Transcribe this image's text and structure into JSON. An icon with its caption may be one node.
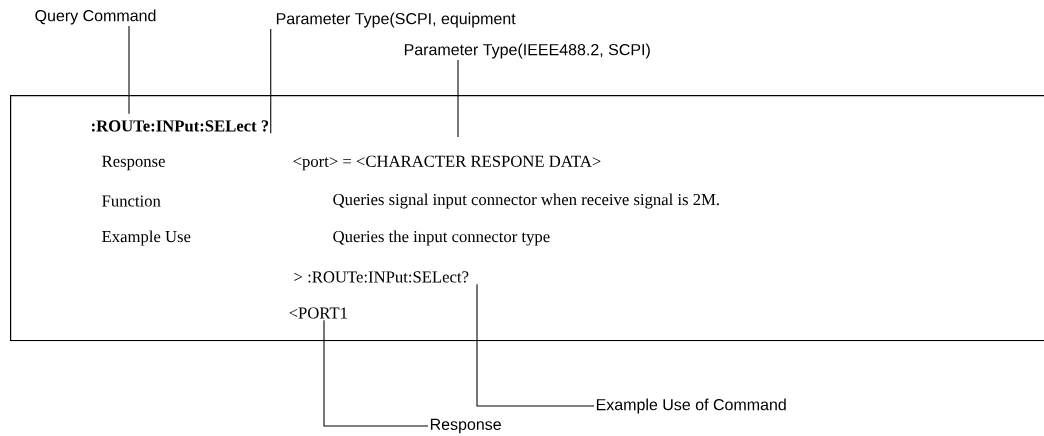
{
  "diagram": {
    "nodes": [
      {
        "text": [],
        "shape": "box"
      },
      {
        "text": [
          ":ROUTe:INPut:SELect ?"
        ],
        "in": 0
      },
      {
        "text": [
          "> :ROUTe:INPut:SELect?"
        ],
        "in": 0
      },
      {
        "text": [
          "<PORT1"
        ],
        "in": 0
      },
      {
        "text": [
          "Query Command"
        ]
      },
      {
        "text": [
          "Parameter Type(SCPI, equipment"
        ]
      },
      {
        "text": [
          "Parameter Type(IEEE488.2, SCPI)"
        ]
      },
      {
        "text": [
          "Example Use of Command"
        ]
      },
      {
        "text": [
          "Response"
        ]
      }
    ],
    "edges": [
      {
        "from": 4,
        "to": 1,
        "arrow": "none"
      },
      {
        "from": 5,
        "to": 1,
        "arrow": "none"
      },
      {
        "from": 6,
        "to": null,
        "arrow": "none"
      },
      {
        "from": 7,
        "to": 2,
        "arrow": "none"
      },
      {
        "from": 8,
        "to": 3,
        "arrow": "none"
      }
    ],
    "labels": [
      "Response",
      "<port> = <CHARACTER RESPONE DATA>",
      "Function",
      "Queries signal input connector when receive signal is 2M.",
      "Example Use",
      "Queries the input connector type"
    ]
  }
}
